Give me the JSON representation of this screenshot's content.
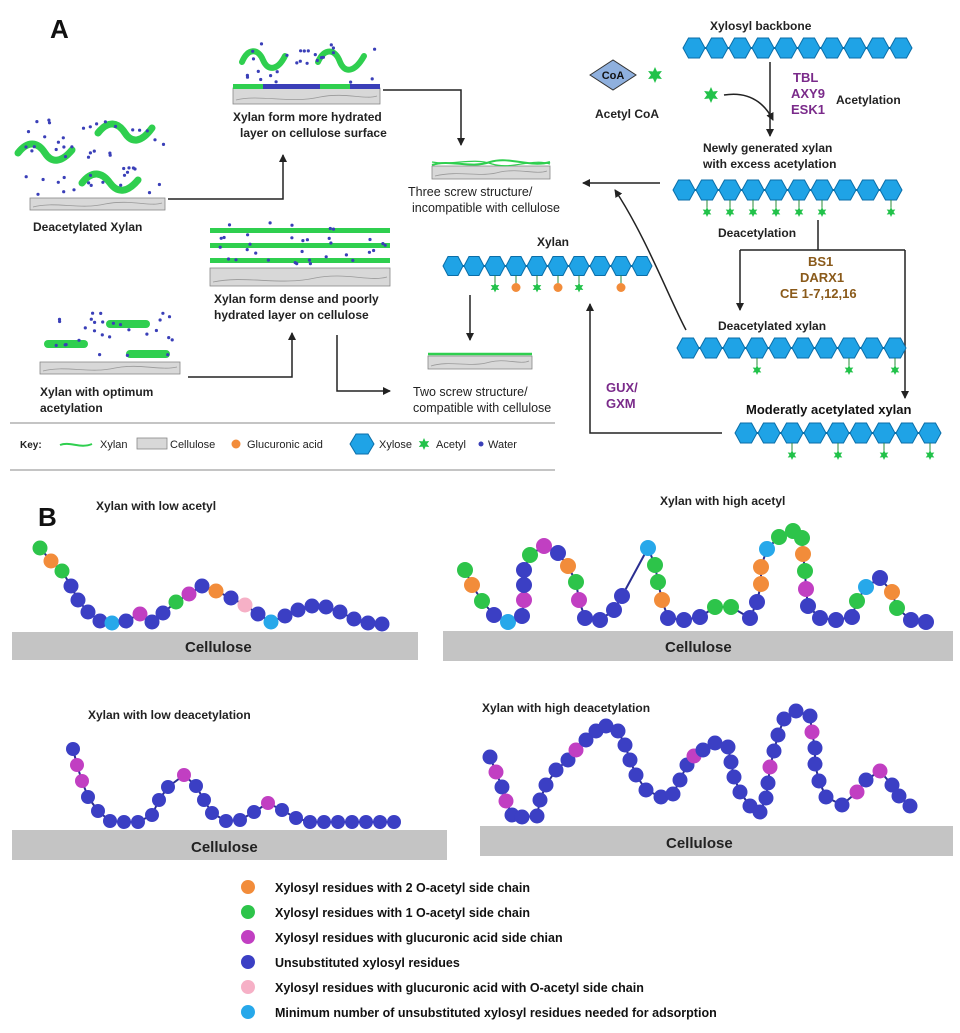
{
  "panel_a": {
    "letter": "A",
    "xylosyl_backbone": "Xylosyl backbone",
    "coa": "CoA",
    "acetyl_coa": "Acetyl CoA",
    "enzymes_acetylation": [
      "TBL",
      "AXY9",
      "ESK1"
    ],
    "acetylation": "Acetylation",
    "newly_generated": [
      "Newly generated xylan",
      "with excess acetylation"
    ],
    "deacetylation": "Deacetylation",
    "enzymes_deacetylation": [
      "BS1",
      "DARX1",
      "CE 1-7,12,16"
    ],
    "deacetylated_xylan_right": "Deacetylated xylan",
    "moderately": "Moderatly acetylated xylan",
    "gux": [
      "GUX/",
      "GXM"
    ],
    "xylan_center": "Xylan",
    "three_screw": [
      "Three screw structure/",
      "incompatible with cellulose"
    ],
    "two_screw": [
      "Two screw structure/",
      "compatible with cellulose"
    ],
    "hydrated": [
      "Xylan form more hydrated",
      "layer on cellulose surface"
    ],
    "dense": [
      "Xylan form dense and poorly",
      "hydrated layer on cellulose"
    ],
    "deacetylated_xylan_left": "Deacetylated Xylan",
    "optimum": [
      "Xylan with optimum",
      "acetylation"
    ],
    "key": {
      "title": "Key:",
      "items": [
        "Xylan",
        "Cellulose",
        "Glucuronic acid",
        "Xylose",
        "Acetyl",
        "Water"
      ]
    }
  },
  "panel_b": {
    "letter": "B",
    "titles": [
      "Xylan with low acetyl",
      "Xylan with high acetyl",
      "Xylan with low deacetylation",
      "Xylan with high deacetylation"
    ],
    "cellulose": "Cellulose",
    "legend": [
      {
        "color": "#f28c3a",
        "label": "Xylosyl residues with 2 O-acetyl side chain"
      },
      {
        "color": "#2dc44a",
        "label": "Xylosyl residues with 1 O-acetyl side chain"
      },
      {
        "color": "#c13fc2",
        "label": "Xylosyl residues with glucuronic acid side chian"
      },
      {
        "color": "#3b3fc4",
        "label": "Unsubstituted xylosyl residues"
      },
      {
        "color": "#f6b0c6",
        "label": "Xylosyl residues with glucuronic acid with O-acetyl side chain"
      },
      {
        "color": "#27a8ea",
        "label": "Minimum number of unsubstituted xylosyl residues needed for adsorption"
      }
    ]
  },
  "colors": {
    "xylose": "#1fa3e6",
    "acetyl": "#22c24a",
    "glucuronic": "#f28c3a",
    "xylan_strand": "#2fcf4f",
    "water": "#3a3fb8",
    "cellulose": "#c4c4c4"
  }
}
